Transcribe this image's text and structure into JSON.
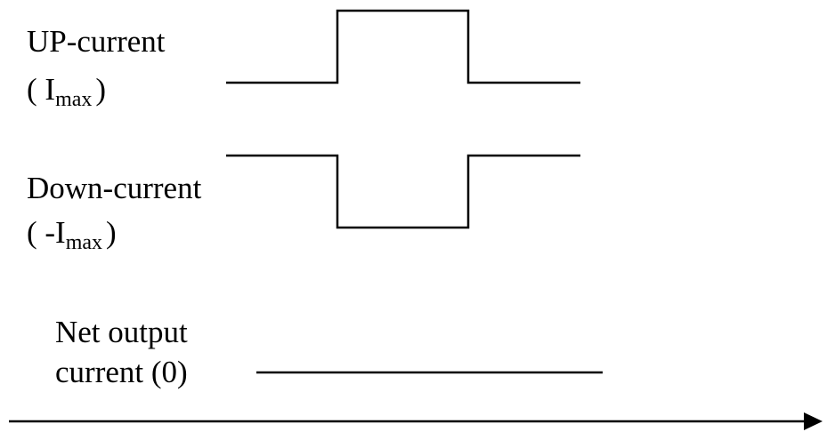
{
  "labels": {
    "up_line1": "UP-current",
    "up_open": "( I",
    "up_sub": "max",
    "up_close": ")",
    "down_line1": "Down-current",
    "down_open": "( -I",
    "down_sub": "max",
    "down_close": ")",
    "net_line1": "Net output",
    "net_line2": "current (0)"
  },
  "colors": {
    "stroke": "#000000",
    "background": "#ffffff"
  }
}
